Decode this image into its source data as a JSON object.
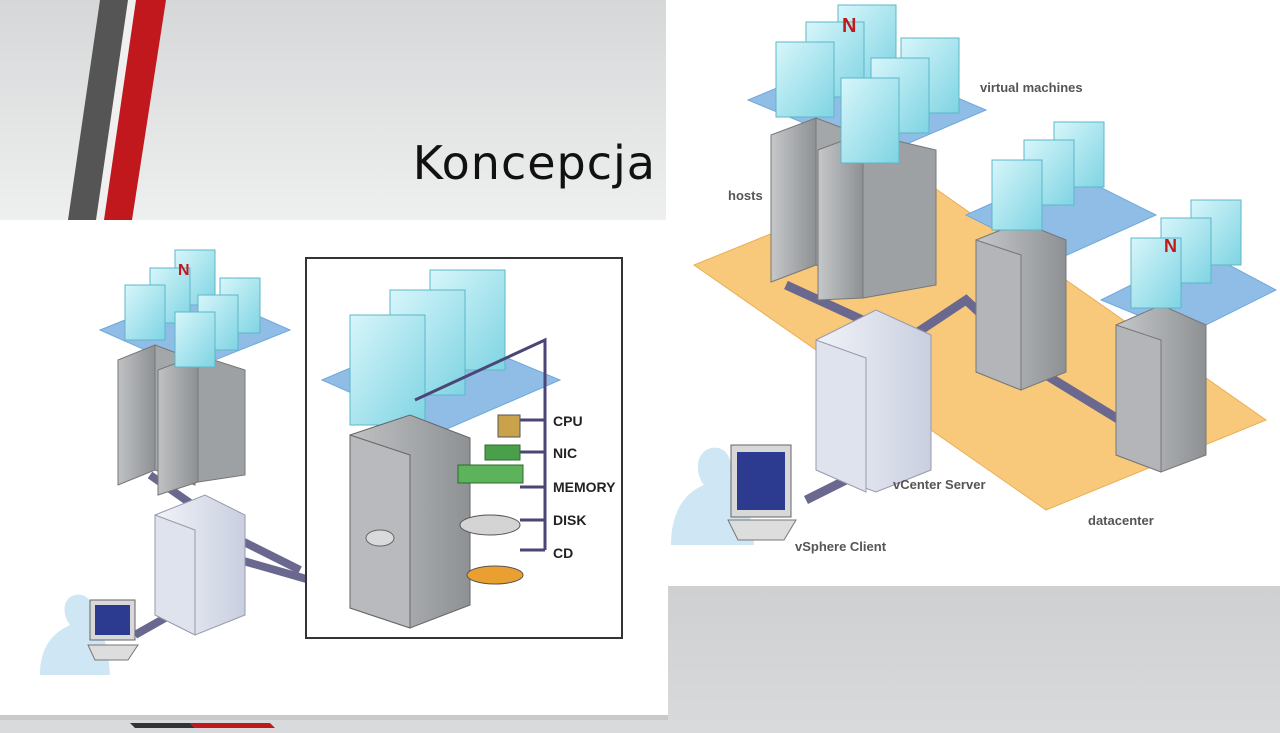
{
  "slide": {
    "title": "Koncepcja"
  },
  "left_figure": {
    "components": [
      "CPU",
      "NIC",
      "MEMORY",
      "DISK",
      "CD"
    ]
  },
  "right_figure": {
    "labels": {
      "virtual_machines": "virtual machines",
      "hosts": "hosts",
      "vcenter": "vCenter Server",
      "datacenter": "datacenter",
      "client": "vSphere Client"
    }
  },
  "colors": {
    "accent_red": "#c0181c",
    "accent_gray": "#555555",
    "vm_cyan": "#9fe3ee",
    "platform_blue": "#6fa8dc",
    "floor_orange": "#f8c97a",
    "network_purple": "#6b6890"
  }
}
